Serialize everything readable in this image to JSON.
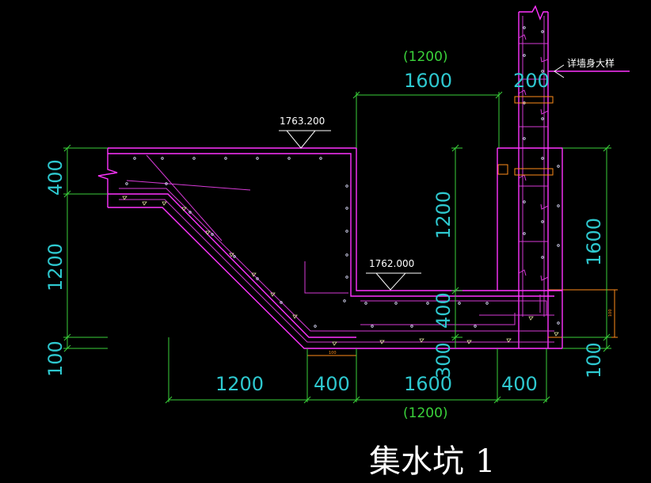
{
  "dims_cyan": {
    "top_1600": "1600",
    "top_200": "200",
    "left_400": "400",
    "left_1200": "1200",
    "left_100": "100",
    "mid_1200": "1200",
    "mid_400": "400",
    "mid_300": "300",
    "right_1600": "1600",
    "right_100": "100",
    "bot_1200": "1200",
    "bot_400a": "400",
    "bot_1600": "1600",
    "bot_400b": "400"
  },
  "dims_green": {
    "top_paren": "(1200)",
    "bot_paren": "(1200)"
  },
  "labels": {
    "elev_top": "1763.200",
    "elev_bottom": "1762.000",
    "wall_detail": "详墙身大样",
    "orange_small": "100"
  },
  "title": {
    "text": "集水坑",
    "number": "1"
  },
  "colors": {
    "background": "#000000",
    "dimension_text": "#2ec8cf",
    "dimension_line": "#3ad13a",
    "concrete_outline": "#ff33ff",
    "annotation": "#ffffff"
  }
}
